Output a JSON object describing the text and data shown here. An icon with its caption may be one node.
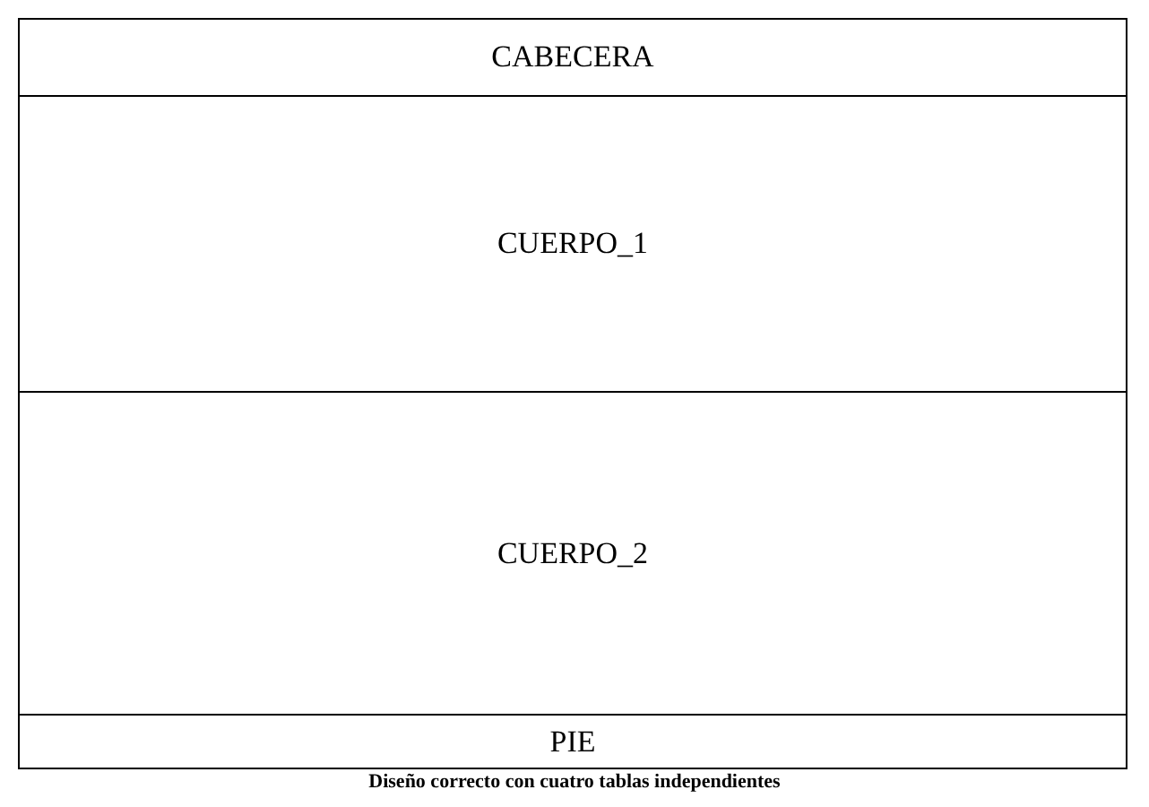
{
  "diagram": {
    "caption": "Diseño correcto con cuatro tablas independientes",
    "nodes": [
      {
        "text": [
          "CABECERA"
        ]
      },
      {
        "text": [
          "CUERPO_1"
        ]
      },
      {
        "text": [
          "CUERPO_2"
        ]
      },
      {
        "text": [
          "PIE"
        ]
      }
    ]
  }
}
